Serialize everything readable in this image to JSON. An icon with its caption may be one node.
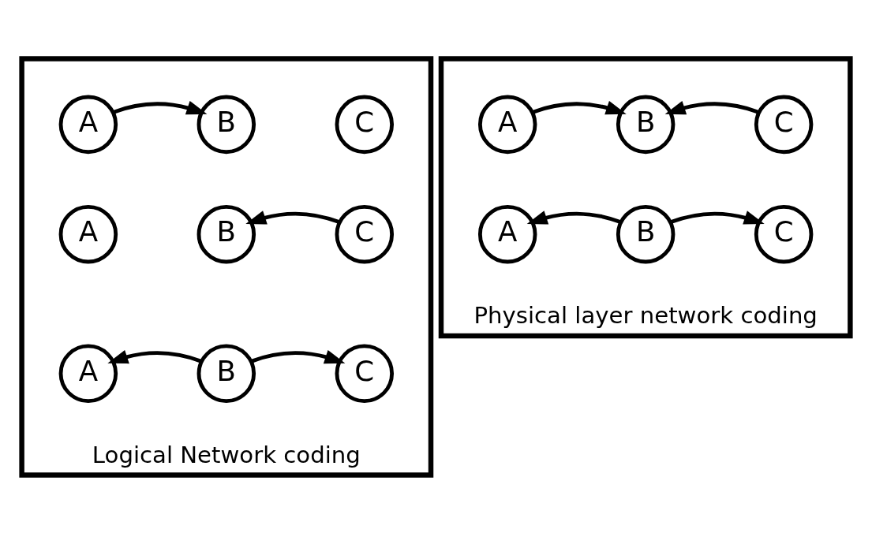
{
  "diagram": {
    "nodes": [
      {
        "text": [
          "Logical Network coding"
        ]
      },
      {
        "text": [
          "A"
        ],
        "in": 0
      },
      {
        "text": [
          "B"
        ],
        "in": 0
      },
      {
        "text": [
          "C"
        ],
        "in": 0
      },
      {
        "text": [
          "A"
        ],
        "in": 0
      },
      {
        "text": [
          "B"
        ],
        "in": 0
      },
      {
        "text": [
          "C"
        ],
        "in": 0
      },
      {
        "text": [
          "A"
        ],
        "in": 0
      },
      {
        "text": [
          "B"
        ],
        "in": 0
      },
      {
        "text": [
          "C"
        ],
        "in": 0
      },
      {
        "text": [
          "Physical layer network coding"
        ]
      },
      {
        "text": [
          "A"
        ],
        "in": 10
      },
      {
        "text": [
          "B"
        ],
        "in": 10
      },
      {
        "text": [
          "C"
        ],
        "in": 10
      },
      {
        "text": [
          "A"
        ],
        "in": 10
      },
      {
        "text": [
          "B"
        ],
        "in": 10
      },
      {
        "text": [
          "C"
        ],
        "in": 10
      }
    ],
    "edges": [
      {
        "from": 1,
        "to": 2,
        "arrow": "to"
      },
      {
        "from": 6,
        "to": 5,
        "arrow": "to"
      },
      {
        "from": 8,
        "to": 7,
        "arrow": "to"
      },
      {
        "from": 8,
        "to": 9,
        "arrow": "to"
      },
      {
        "from": 11,
        "to": 12,
        "arrow": "to"
      },
      {
        "from": 13,
        "to": 12,
        "arrow": "to"
      },
      {
        "from": 15,
        "to": 14,
        "arrow": "to"
      },
      {
        "from": 15,
        "to": 16,
        "arrow": "to"
      }
    ]
  }
}
